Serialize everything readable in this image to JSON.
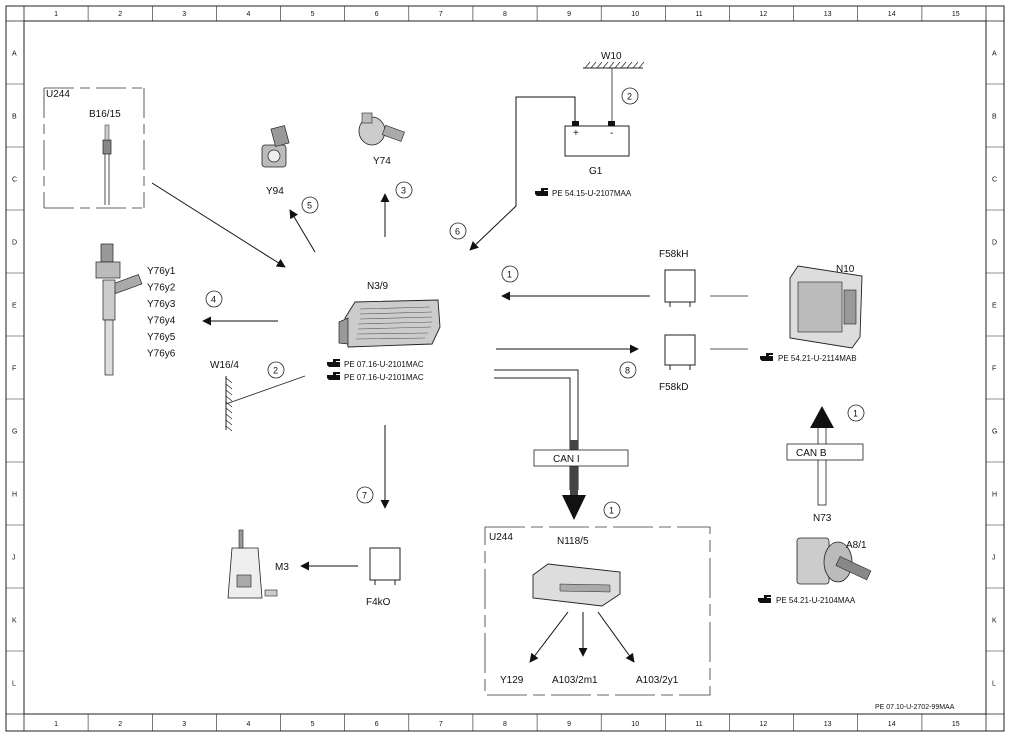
{
  "columns": [
    "1",
    "2",
    "3",
    "4",
    "5",
    "6",
    "7",
    "8",
    "9",
    "10",
    "11",
    "12",
    "13",
    "14",
    "15"
  ],
  "rows_left": [
    "A",
    "B",
    "C",
    "D",
    "E",
    "F",
    "G",
    "H",
    "J",
    "K",
    "L"
  ],
  "rows_right": [
    "A",
    "B",
    "C",
    "D",
    "E",
    "F",
    "G",
    "H",
    "J",
    "K",
    "L"
  ],
  "components": {
    "u244_top": "U244",
    "b16_15": "B16/15",
    "y94": "Y94",
    "y74": "Y74",
    "w10": "W10",
    "g1": "G1",
    "g1_plus": "+",
    "g1_minus": "-",
    "n3_9": "N3/9",
    "n10": "N10",
    "f58kh": "F58kH",
    "f58kd": "F58kD",
    "w16_4": "W16/4",
    "y76": [
      "Y76y1",
      "Y76y2",
      "Y76y3",
      "Y76y4",
      "Y76y5",
      "Y76y6"
    ],
    "m3": "M3",
    "f4ko": "F4kO",
    "can_i": "CAN I",
    "can_b": "CAN B",
    "n73": "N73",
    "a8_1": "A8/1",
    "u244_bottom": "U244",
    "n118_5": "N118/5",
    "y129": "Y129",
    "a103_2m1": "A103/2m1",
    "a103_2y1": "A103/2y1"
  },
  "references": {
    "g1_ref": "PE 54.15-U-2107MAA",
    "n3_9_ref1": "PE 07.16-U-2101MAC",
    "n3_9_ref2": "PE 07.16-U-2101MAC",
    "n10_ref": "PE 54.21-U-2114MAB",
    "n73_ref": "PE 54.21-U-2104MAA",
    "footer": "PE 07.10-U-2702-99MAA"
  },
  "callouts": {
    "c2_w10": "2",
    "c5": "5",
    "c3": "3",
    "c6": "6",
    "c1_top": "1",
    "c4": "4",
    "c2_w16": "2",
    "c8": "8",
    "c1_canb": "1",
    "c7": "7",
    "c1_cani": "1"
  },
  "icons": {
    "pointing_hand": "hand-pointer-icon"
  }
}
